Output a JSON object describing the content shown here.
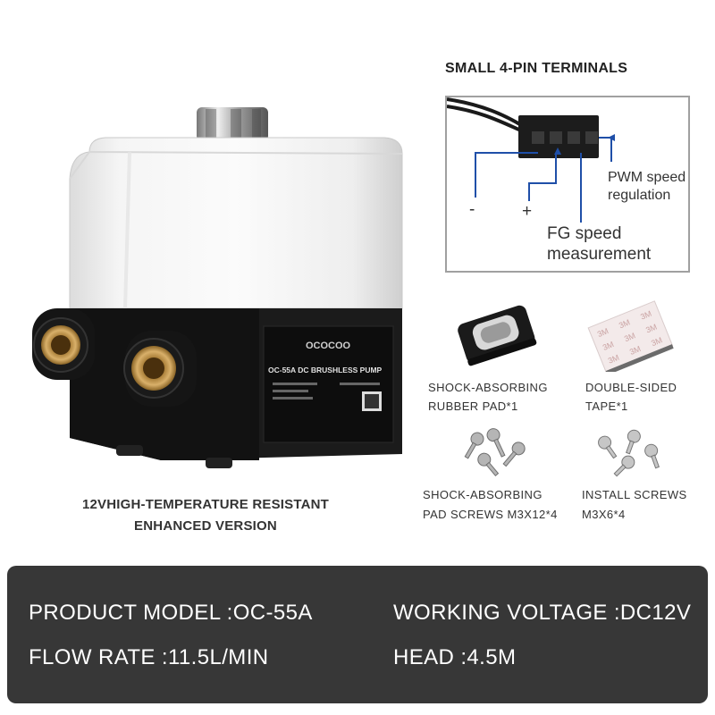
{
  "product": {
    "brand": "OCOCOO",
    "label_title": "OC-55A DC BRUSHLESS PUMP",
    "caption_line1": "12VHIGH-TEMPERATURE RESISTANT",
    "caption_line2": "ENHANCED VERSION"
  },
  "terminals": {
    "title": "SMALL 4-PIN TERMINALS",
    "minus": "-",
    "plus": "+",
    "pwm_line1": "PWM speed",
    "pwm_line2": "regulation",
    "fg_line1": "FG speed",
    "fg_line2": "measurement",
    "line_color": "#1f4fa8"
  },
  "accessories": [
    {
      "icon": "rubber-pad-icon",
      "line1": "SHOCK-ABSORBING",
      "line2": "RUBBER PAD*1"
    },
    {
      "icon": "tape-icon",
      "line1": "DOUBLE-SIDED",
      "line2": "TAPE*1"
    },
    {
      "icon": "pad-screws-icon",
      "line1": "SHOCK-ABSORBING",
      "line2": "PAD SCREWS M3X12*4"
    },
    {
      "icon": "install-screws-icon",
      "line1": "INSTALL SCREWS",
      "line2": "M3X6*4"
    }
  ],
  "specs": {
    "model": "PRODUCT MODEL :OC-55A",
    "voltage": "WORKING VOLTAGE :DC12V",
    "flow": "FLOW RATE :11.5L/MIN",
    "head": "HEAD :4.5M"
  },
  "colors": {
    "panel": "#373737",
    "accent_blue": "#1f4fa8",
    "brass": "#b8893a"
  }
}
